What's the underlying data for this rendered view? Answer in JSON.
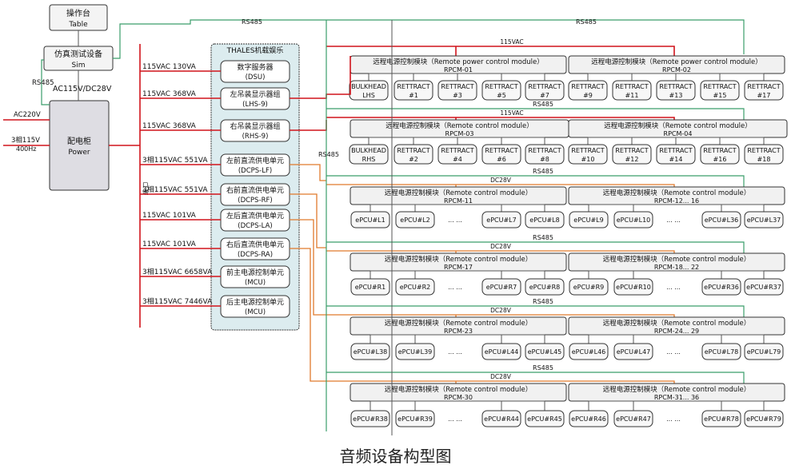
{
  "top": {
    "table": {
      "cn": "操作台",
      "en": "Table"
    },
    "sim": {
      "cn": "仿真测试设备",
      "en": "Sim"
    },
    "power": {
      "cn": "配电柜",
      "en": "Power"
    },
    "ac115dc28": "AC115V/DC28V",
    "rs485": "RS485",
    "ac220": "AC220V",
    "in3": "3相115V",
    "in400": "400Hz",
    "port_label": "口\n端"
  },
  "thales": {
    "title": "THALES机载娱乐",
    "items": [
      {
        "cn": "数字服务器",
        "en": "(DSU)",
        "power": "115VAC 130VA"
      },
      {
        "cn": "左吊装显示器组",
        "en": "(LHS-9)",
        "power": "115VAC 368VA"
      },
      {
        "cn": "右吊装显示器组",
        "en": "(RHS-9)",
        "power": "115VAC 368VA"
      },
      {
        "cn": "左前直流供电单元",
        "en": "(DCPS-LF)",
        "power": "3相115VAC 551VA"
      },
      {
        "cn": "右前直流供电单元",
        "en": "(DCPS-RF)",
        "power": "3相115VAC 551VA"
      },
      {
        "cn": "左后直流供电单元",
        "en": "(DCPS-LA)",
        "power": "115VAC 101VA"
      },
      {
        "cn": "右后直流供电单元",
        "en": "(DCPS-RA)",
        "power": "115VAC 101VA"
      },
      {
        "cn": "前主电源控制单元",
        "en": "(MCU)",
        "power": "3相115VAC 6658VA"
      },
      {
        "cn": "后主电源控制单元",
        "en": "(MCU)",
        "power": "3相115VAC 7446VA"
      }
    ]
  },
  "bus_labels": {
    "rs485": "RS485",
    "v115": "115VAC",
    "dc28": "DC28V"
  },
  "rows": [
    {
      "left": {
        "cn": "远程电源控制模块（Remote power control module）",
        "id": "RPCM-01",
        "children": [
          "BULKHEAD\nLHS",
          "RETTRACT\n#1",
          "RETTRACT\n#3",
          "RETTRACT\n#5",
          "RETTRACT\n#7"
        ]
      },
      "right": {
        "cn": "远程电源控制模块（Remote power control module）",
        "id": "RPCM-02",
        "children": [
          "RETTRACT\n#9",
          "RETTRACT\n#11",
          "RETTRACT\n#13",
          "RETTRACT\n#15",
          "RETTRACT\n#17"
        ]
      }
    },
    {
      "left": {
        "cn": "远程电源控制模块（Remote control module）",
        "id": "RPCM-03",
        "children": [
          "BULKHEAD\nRHS",
          "RETTRACT\n#2",
          "RETTRACT\n#4",
          "RETTRACT\n#6",
          "RETTRACT\n#8"
        ]
      },
      "right": {
        "cn": "远程电源控制模块（Remote control module）",
        "id": "RPCM-04",
        "children": [
          "RETTRACT\n#10",
          "RETTRACT\n#12",
          "RETTRACT\n#14",
          "RETTRACT\n#16",
          "RETTRACT\n#18"
        ]
      }
    },
    {
      "left": {
        "cn": "远程电源控制模块（Remote control module）",
        "id": "RPCM-11",
        "children": [
          "ePCU#L1",
          "ePCU#L2",
          "... ...",
          "ePCU#L7",
          "ePCU#L8"
        ]
      },
      "right": {
        "cn": "远程电源控制模块（Remote control module）",
        "id": "RPCM-12... 16",
        "children": [
          "ePCU#L9",
          "ePCU#L10",
          "... ...",
          "ePCU#L36",
          "ePCU#L37"
        ]
      }
    },
    {
      "left": {
        "cn": "远程电源控制模块（Remote control module）",
        "id": "RPCM-17",
        "children": [
          "ePCU#R1",
          "ePCU#R2",
          "... ...",
          "ePCU#R7",
          "ePCU#R8"
        ]
      },
      "right": {
        "cn": "远程电源控制模块（Remote control module）",
        "id": "RPCM-18... 22",
        "children": [
          "ePCU#R9",
          "ePCU#R10",
          "... ...",
          "ePCU#R36",
          "ePCU#R37"
        ]
      }
    },
    {
      "left": {
        "cn": "远程电源控制模块（Remote control module）",
        "id": "RPCM-23",
        "children": [
          "ePCU#L38",
          "ePCU#L39",
          "... ...",
          "ePCU#L44",
          "ePCU#L45"
        ]
      },
      "right": {
        "cn": "远程电源控制模块（Remote control module）",
        "id": "RPCM-24... 29",
        "children": [
          "ePCU#L46",
          "ePCU#L47",
          "... ...",
          "ePCU#L78",
          "ePCU#L79"
        ]
      }
    },
    {
      "left": {
        "cn": "远程电源控制模块（Remote control module）",
        "id": "RPCM-30",
        "children": [
          "ePCU#R38",
          "ePCU#R39",
          "... ...",
          "ePCU#R44",
          "ePCU#R45"
        ]
      },
      "right": {
        "cn": "远程电源控制模块（Remote control module）",
        "id": "RPCM-31... 36",
        "children": [
          "ePCU#R46",
          "ePCU#R47",
          "... ...",
          "ePCU#R78",
          "ePCU#R79"
        ]
      }
    }
  ],
  "caption": "音频设备构型图"
}
